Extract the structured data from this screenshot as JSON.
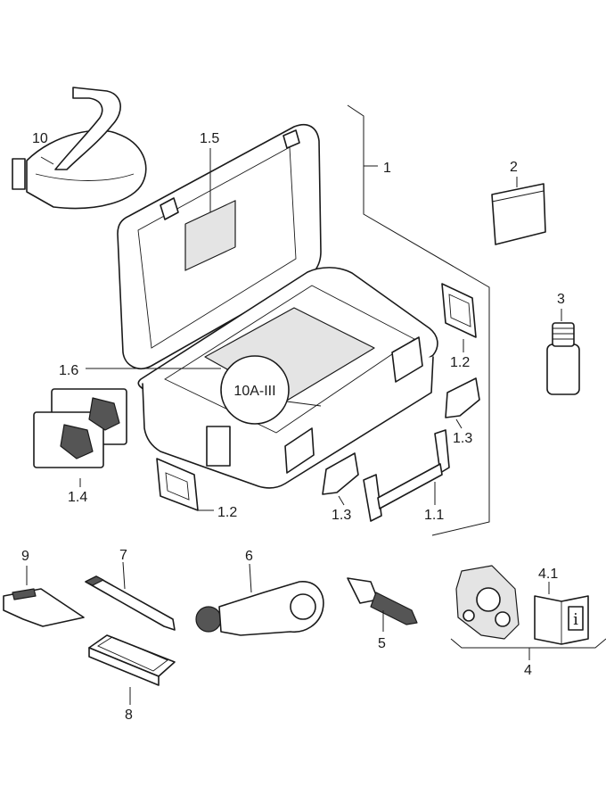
{
  "labels": {
    "l1": "1",
    "l1_1": "1.1",
    "l1_2a": "1.2",
    "l1_2b": "1.2",
    "l1_3a": "1.3",
    "l1_3b": "1.3",
    "l1_4": "1.4",
    "l1_5": "1.5",
    "l1_6": "1.6",
    "l2": "2",
    "l3": "3",
    "l4": "4",
    "l4_1": "4.1",
    "l5": "5",
    "l6": "6",
    "l7": "7",
    "l8": "8",
    "l9": "9",
    "l10": "10"
  },
  "callout": "10A-III",
  "icons": {
    "manual": "info-icon-i",
    "manual_glyph": "i"
  }
}
